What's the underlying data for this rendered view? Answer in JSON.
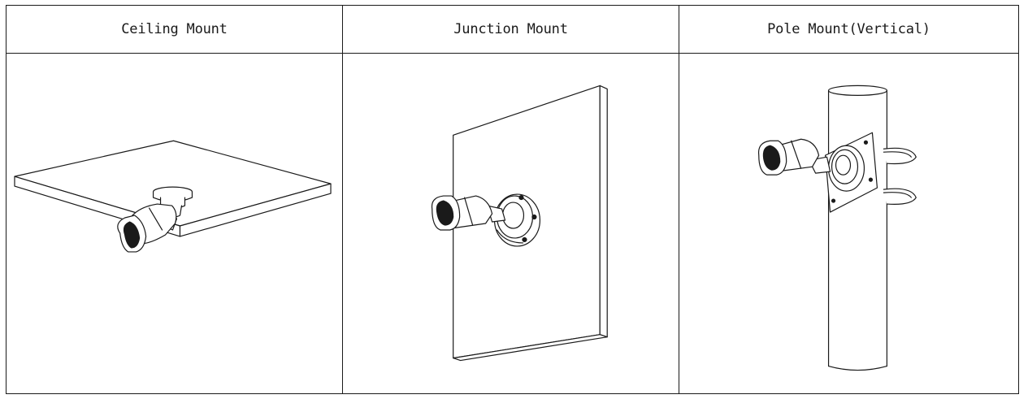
{
  "mount_types": [
    {
      "label": "Ceiling Mount",
      "illustration": "ceiling-mount-camera-icon"
    },
    {
      "label": "Junction Mount",
      "illustration": "junction-mount-camera-icon"
    },
    {
      "label": "Pole Mount(Vertical)",
      "illustration": "pole-mount-camera-icon"
    }
  ],
  "colors": {
    "line": "#1a1a1a",
    "background": "#ffffff"
  }
}
